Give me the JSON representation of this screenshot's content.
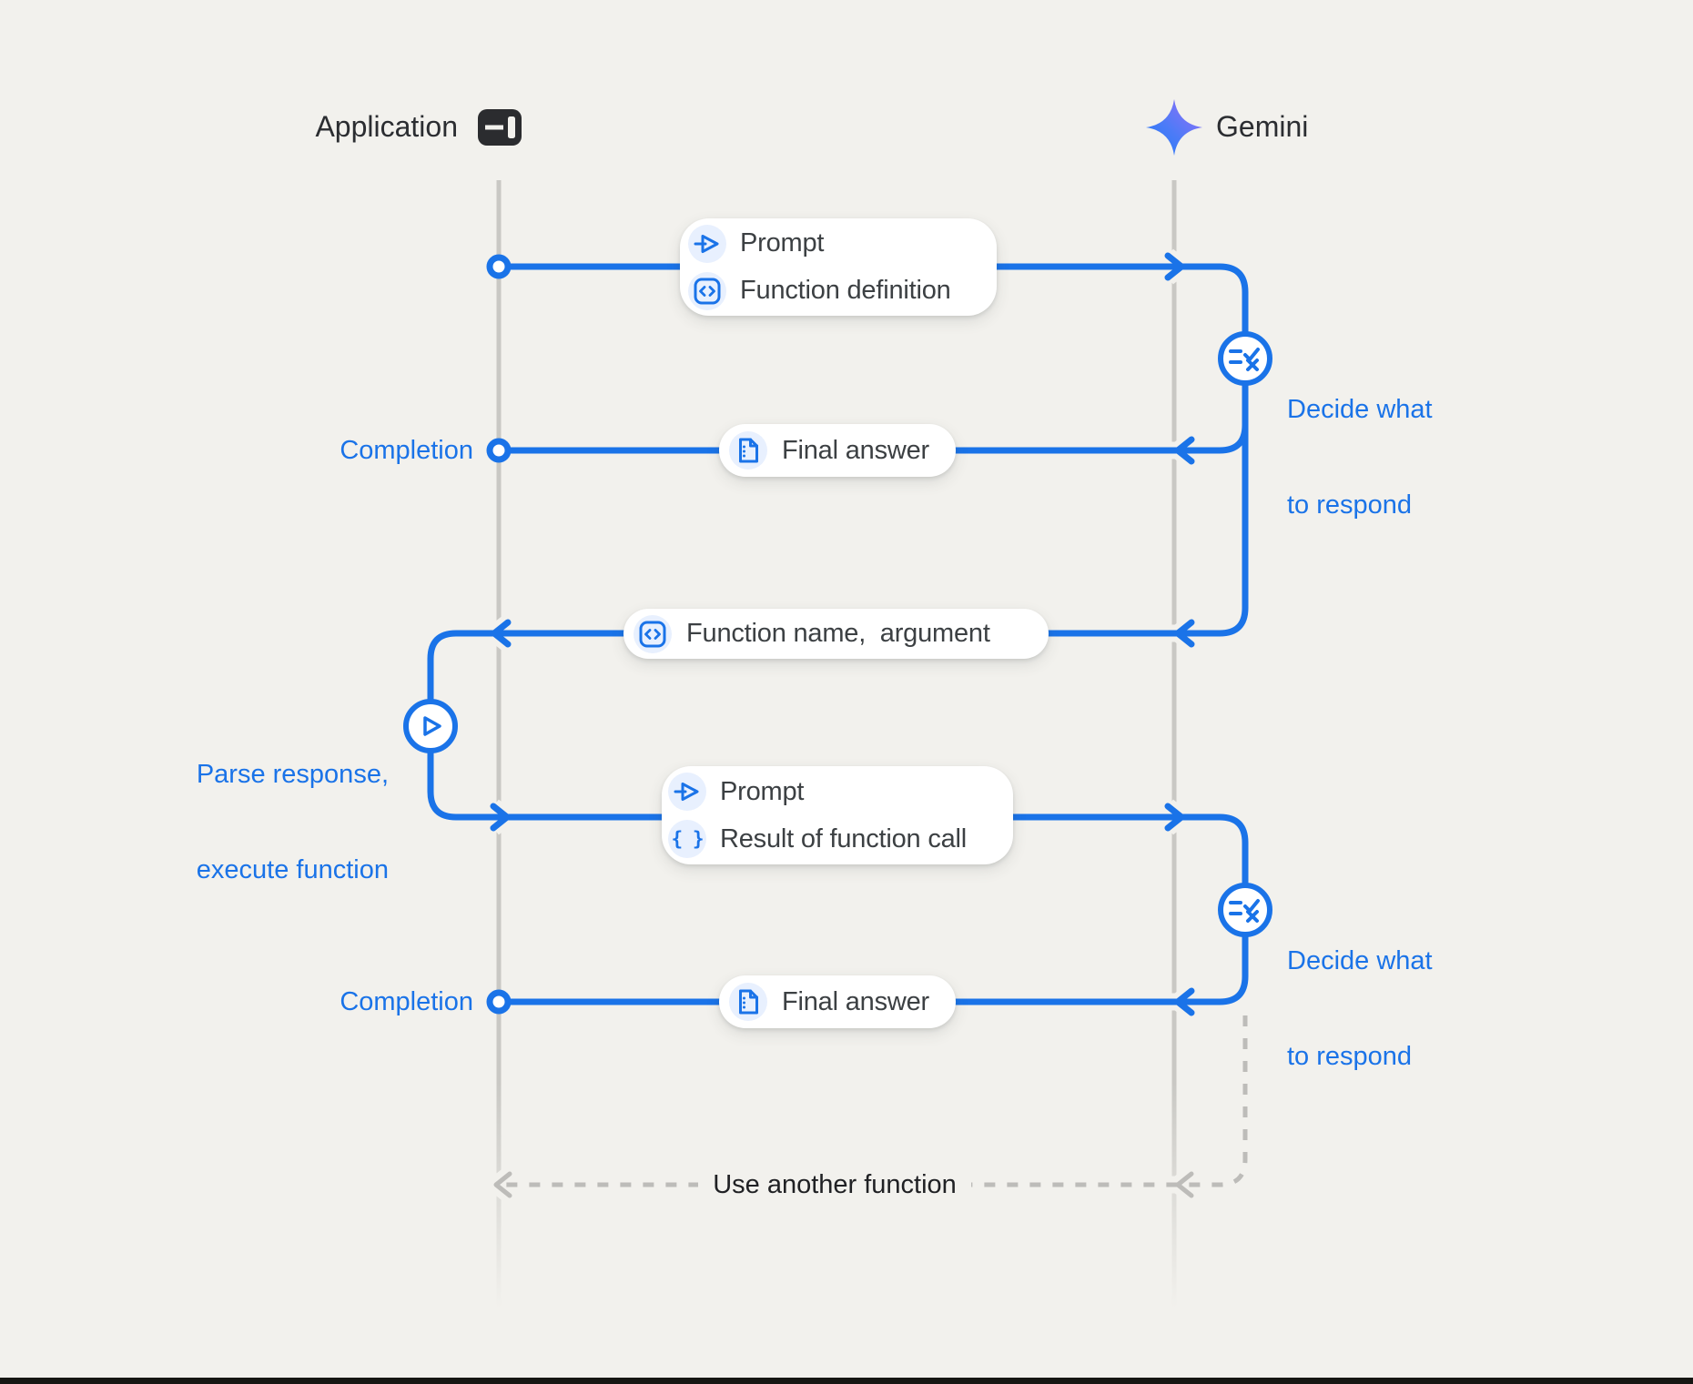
{
  "header": {
    "application": "Application",
    "gemini": "Gemini"
  },
  "flow": {
    "pill_prompt_definition": {
      "row1": "Prompt",
      "row2": "Function definition"
    },
    "label_decide_1": {
      "line1": "Decide what",
      "line2": "to respond"
    },
    "label_completion_1": "Completion",
    "pill_final_answer_1": "Final answer",
    "pill_function_name": "Function name,  argument",
    "label_parse": {
      "line1": "Parse response,",
      "line2": "execute function"
    },
    "pill_prompt_result": {
      "row1": "Prompt",
      "row2": "Result of function call"
    },
    "label_decide_2": {
      "line1": "Decide what",
      "line2": "to respond"
    },
    "label_completion_2": "Completion",
    "pill_final_answer_2": "Final answer",
    "label_use_another": "Use another function"
  },
  "icons": {
    "application_icon": "app-window-layout",
    "gemini_icon": "gemini-sparkle",
    "send_icon": "send-arrow",
    "code_icon": "code-angle-brackets-box",
    "document_icon": "document-page",
    "braces_glyph": "{ }",
    "decide_icon": "list-check-cross",
    "play_icon": "play-triangle-outline"
  },
  "colors": {
    "background": "#f2f1ed",
    "accent_blue": "#1a73e8",
    "lifeline_gray": "#c9c8c4",
    "dashed_gray": "#bdbcb9",
    "heading_text": "#2b2d31",
    "pill_text": "#3c4043",
    "icon_circle_bg": "#e8f0fe",
    "pill_bg": "#ffffff",
    "gemini_gradient_start": "#1f7bf8",
    "gemini_gradient_end": "#9d6ef8",
    "footer_bar": "#161613"
  }
}
